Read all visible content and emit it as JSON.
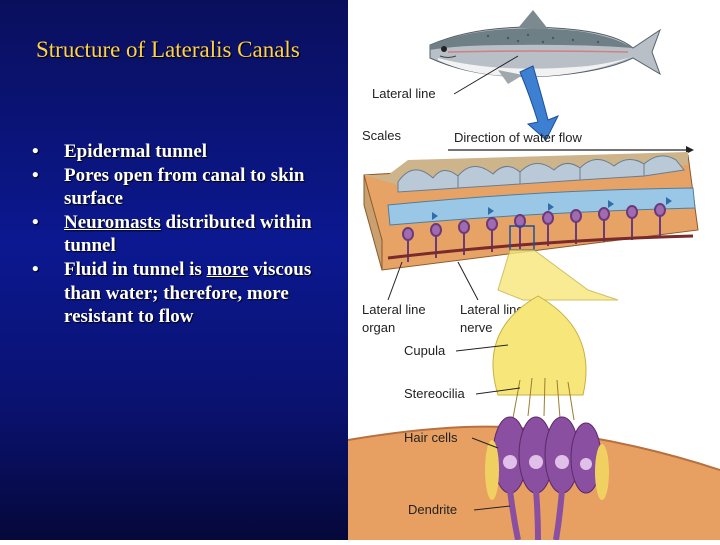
{
  "slide": {
    "title": "Structure of Lateralis Canals",
    "bullets": [
      {
        "parts": [
          "Epidermal tunnel"
        ]
      },
      {
        "parts": [
          "Pores open from canal to skin surface"
        ]
      },
      {
        "underlined": "Neuromasts",
        "rest": " distributed within tunnel"
      },
      {
        "before": "Fluid in tunnel is ",
        "underlined": "more",
        "rest": " viscous than water; therefore, more resistant to flow"
      }
    ]
  },
  "figure": {
    "labels": {
      "lateral_line": "Lateral line",
      "scales": "Scales",
      "direction": "Direction of water flow",
      "organ_line1": "Lateral line",
      "organ_line2": "organ",
      "nerve_line1": "Lateral line",
      "nerve_line2": "nerve",
      "cupula": "Cupula",
      "stereocilia": "Stereocilia",
      "hair_cells": "Hair cells",
      "dendrite": "Dendrite"
    },
    "colors": {
      "background_left": "#0b1890",
      "title": "#ffd24a",
      "text": "#ffffff",
      "arrow": "#3d7fd0",
      "cupula": "#f7e77a",
      "hair_cell": "#8a4fa0",
      "skin": "#e8a062"
    }
  }
}
